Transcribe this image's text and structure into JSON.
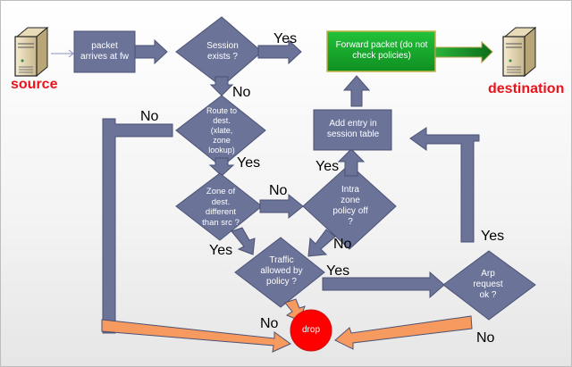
{
  "endpoints": {
    "source": "source",
    "destination": "destination"
  },
  "nodes": {
    "packet_arrives": "packet arrives at fw",
    "session_exists": "Session exists ?",
    "forward_packet": "Forward packet (do not check policies)",
    "route_to_dest": "Route to dest. (xlate, zone lookup)",
    "add_entry": "Add entry in session table",
    "zone_different": "Zone of dest. different than src ?",
    "intra_zone": "Intra zone policy off ?",
    "traffic_allowed": "Traffic allowed by policy ?",
    "arp_request": "Arp request ok ?",
    "drop": "drop"
  },
  "edge_labels": {
    "session_yes": "Yes",
    "session_no": "No",
    "route_no": "No",
    "route_yes": "Yes",
    "zone_no": "No",
    "zone_yes": "Yes",
    "intra_yes": "Yes",
    "intra_no": "No",
    "traffic_yes": "Yes",
    "traffic_no": "No",
    "arp_yes": "Yes",
    "arp_no": "No"
  },
  "colors": {
    "node_fill": "#6b7399",
    "forward_fill": "#1daa2d",
    "drop_fill": "#ff0000",
    "drop_arrow": "#f79a60",
    "endpoint_label": "#e8141b"
  }
}
